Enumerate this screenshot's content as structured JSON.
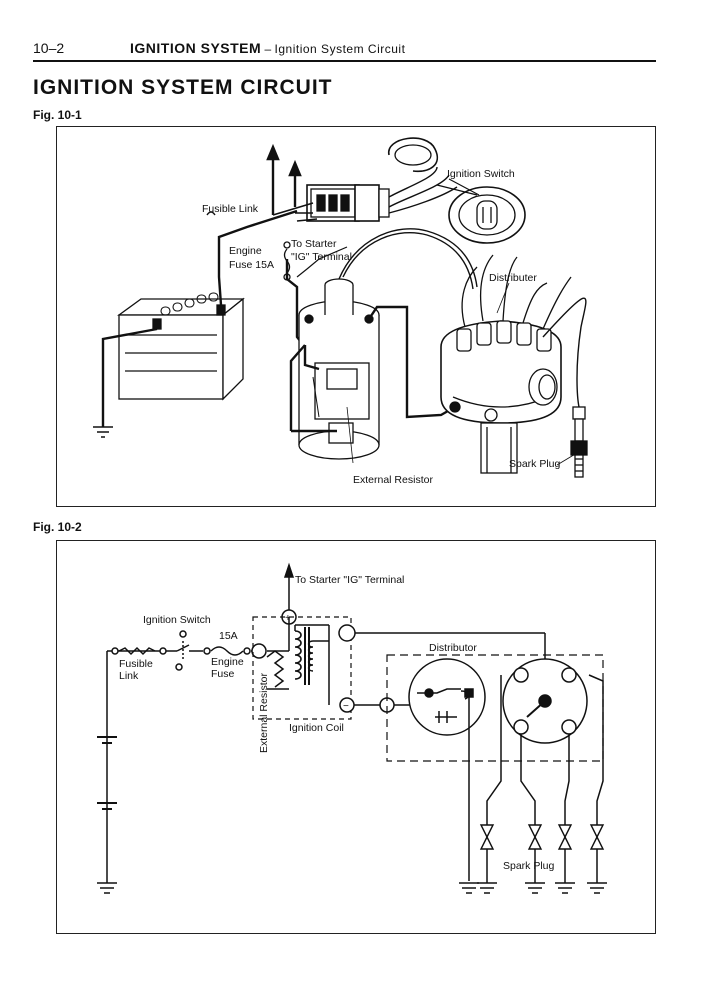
{
  "header": {
    "page_number": "10–2",
    "section": "IGNITION SYSTEM",
    "separator": " – ",
    "subsection": "Ignition System Circuit"
  },
  "title": "IGNITION SYSTEM CIRCUIT",
  "fig1": {
    "label": "Fig. 10-1",
    "labels": {
      "ignition_switch": "Ignition  Switch",
      "fusible_link": "Fusible  Link",
      "engine": "Engine",
      "fuse_15a": "Fuse  15A",
      "to_starter": "To  Starter",
      "ig_terminal": "\"IG\"  Terminal",
      "distributer": "Distributer",
      "spark_plug": "Spark  Plug",
      "external_resistor": "External  Resistor"
    }
  },
  "fig2": {
    "label": "Fig. 10-2",
    "labels": {
      "to_starter_ig": "To Starter \"IG\" Terminal",
      "ignition_switch": "Ignition Switch",
      "amp": "15A",
      "fusible": "Fusible",
      "link": "Link",
      "engine": "Engine",
      "fuse": "Fuse",
      "external_resistor": "External Resistor",
      "ignition_coil": "Ignition Coil",
      "distributor": "Distributor",
      "spark_plug": "Spark Plug",
      "plus": "+",
      "minus": "−"
    }
  }
}
